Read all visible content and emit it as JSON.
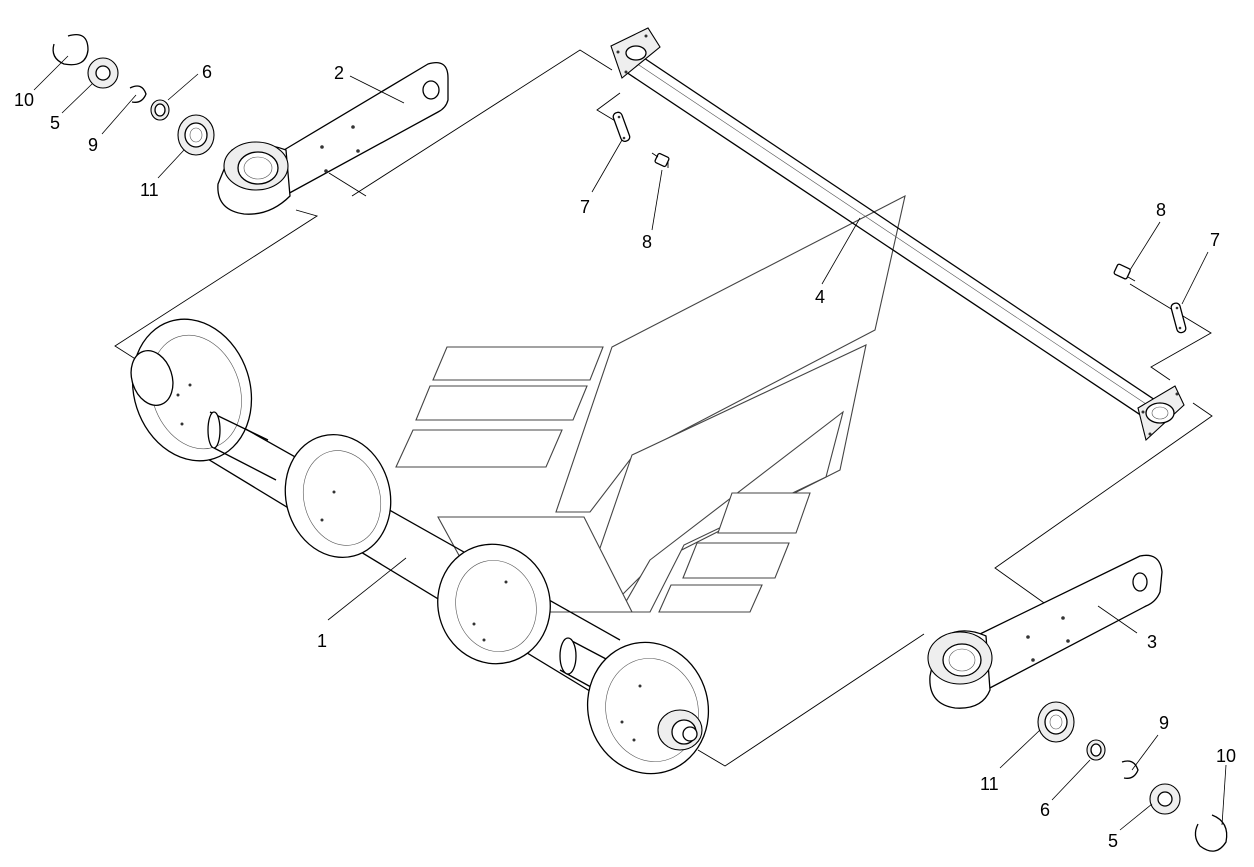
{
  "labels": {
    "l1": "1",
    "l2": "2",
    "l3": "3",
    "l4": "4",
    "l5a": "5",
    "l5b": "5",
    "l6a": "6",
    "l6b": "6",
    "l7a": "7",
    "l7b": "7",
    "l8a": "8",
    "l8b": "8",
    "l9a": "9",
    "l9b": "9",
    "l10a": "10",
    "l10b": "10",
    "l11a": "11",
    "l11b": "11"
  }
}
